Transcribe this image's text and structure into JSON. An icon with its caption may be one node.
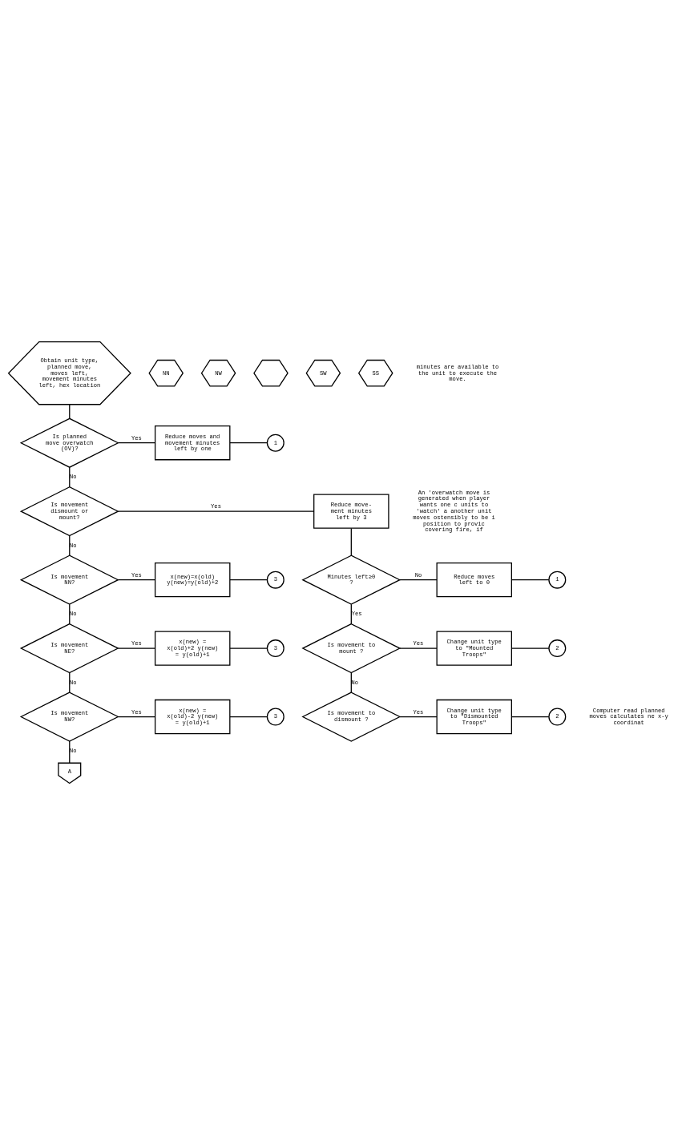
{
  "diagram": {
    "nodes": [
      {
        "text": [
          "Obtain unit type, planned move, moves left, movement minutes left, hex location"
        ]
      },
      {
        "text": [
          "Is planned move overwatch (OV)?"
        ]
      },
      {
        "text": [
          "Reduce moves and movement minutes left by one"
        ]
      },
      {
        "text": [
          "1"
        ]
      },
      {
        "text": [
          "Is movement dismount or mount?"
        ]
      },
      {
        "text": [
          "Reduce move- ment minutes left by 3"
        ]
      },
      {
        "text": [
          "Minutes left≥0 ?"
        ]
      },
      {
        "text": [
          "Reduce moves left to 0"
        ]
      },
      {
        "text": [
          "1"
        ]
      },
      {
        "text": [
          "Is movement to mount ?"
        ]
      },
      {
        "text": [
          "Change unit type to \"Mounted Troops\""
        ]
      },
      {
        "text": [
          "2"
        ]
      },
      {
        "text": [
          "Is movement to dismount ?"
        ]
      },
      {
        "text": [
          "Change unit type to \"Dismounted Troops\""
        ]
      },
      {
        "text": [
          "2"
        ]
      },
      {
        "text": [
          "Is movement NN?"
        ]
      },
      {
        "text": [
          "x(new)=x(old) y(new)=y(old)+2"
        ]
      },
      {
        "text": [
          "3"
        ]
      },
      {
        "text": [
          "Is movement NE?"
        ]
      },
      {
        "text": [
          "x(new) = x(old)+2 y(new) = y(old)+1"
        ]
      },
      {
        "text": [
          "3"
        ]
      },
      {
        "text": [
          "Is movement NW?"
        ]
      },
      {
        "text": [
          "x(new) = x(old)-2 y(new) = y(old)+1"
        ]
      },
      {
        "text": [
          "3"
        ]
      },
      {
        "text": [
          "A"
        ]
      },
      {
        "text": [
          "NN"
        ]
      },
      {
        "text": [
          "NW"
        ]
      },
      {
        "text": [],
        "shape": "hexagon"
      },
      {
        "text": [
          "SW"
        ]
      },
      {
        "text": [
          "SS"
        ]
      }
    ],
    "edges": [
      {
        "from": 0,
        "to": 1,
        "arrow": "none"
      },
      {
        "from": 1,
        "to": 2,
        "arrow": "none",
        "label": "Yes"
      },
      {
        "from": 2,
        "to": 3,
        "arrow": "none"
      },
      {
        "from": 1,
        "to": 4,
        "arrow": "none",
        "label": "No"
      },
      {
        "from": 4,
        "to": 5,
        "arrow": "none",
        "label": "Yes"
      },
      {
        "from": 5,
        "to": 6,
        "arrow": "none"
      },
      {
        "from": 6,
        "to": 7,
        "arrow": "none",
        "label": "No"
      },
      {
        "from": 7,
        "to": 8,
        "arrow": "none"
      },
      {
        "from": 6,
        "to": 9,
        "arrow": "none",
        "label": "Yes"
      },
      {
        "from": 9,
        "to": 10,
        "arrow": "none",
        "label": "Yes"
      },
      {
        "from": 10,
        "to": 11,
        "arrow": "none"
      },
      {
        "from": 9,
        "to": 12,
        "arrow": "none",
        "label": "No"
      },
      {
        "from": 12,
        "to": 13,
        "arrow": "none",
        "label": "Yes"
      },
      {
        "from": 13,
        "to": 14,
        "arrow": "none"
      },
      {
        "from": 4,
        "to": 15,
        "arrow": "none",
        "label": "No"
      },
      {
        "from": 15,
        "to": 16,
        "arrow": "none",
        "label": "Yes"
      },
      {
        "from": 16,
        "to": 17,
        "arrow": "none"
      },
      {
        "from": 15,
        "to": 18,
        "arrow": "none",
        "label": "No"
      },
      {
        "from": 18,
        "to": 19,
        "arrow": "none",
        "label": "Yes"
      },
      {
        "from": 19,
        "to": 20,
        "arrow": "none"
      },
      {
        "from": 18,
        "to": 21,
        "arrow": "none",
        "label": "No"
      },
      {
        "from": 21,
        "to": 22,
        "arrow": "none",
        "label": "Yes"
      },
      {
        "from": 22,
        "to": 23,
        "arrow": "none"
      },
      {
        "from": 21,
        "to": 24,
        "arrow": "none",
        "label": "No"
      }
    ],
    "labels": [
      "minutes are available to the unit to execute the move.",
      "An 'overwatch move is generated when player wants one c units to 'watch' a another unit moves ostensibly to be i position to provic covering fire, if",
      "Computer read planned moves calculates ne x-y coordinat"
    ]
  }
}
